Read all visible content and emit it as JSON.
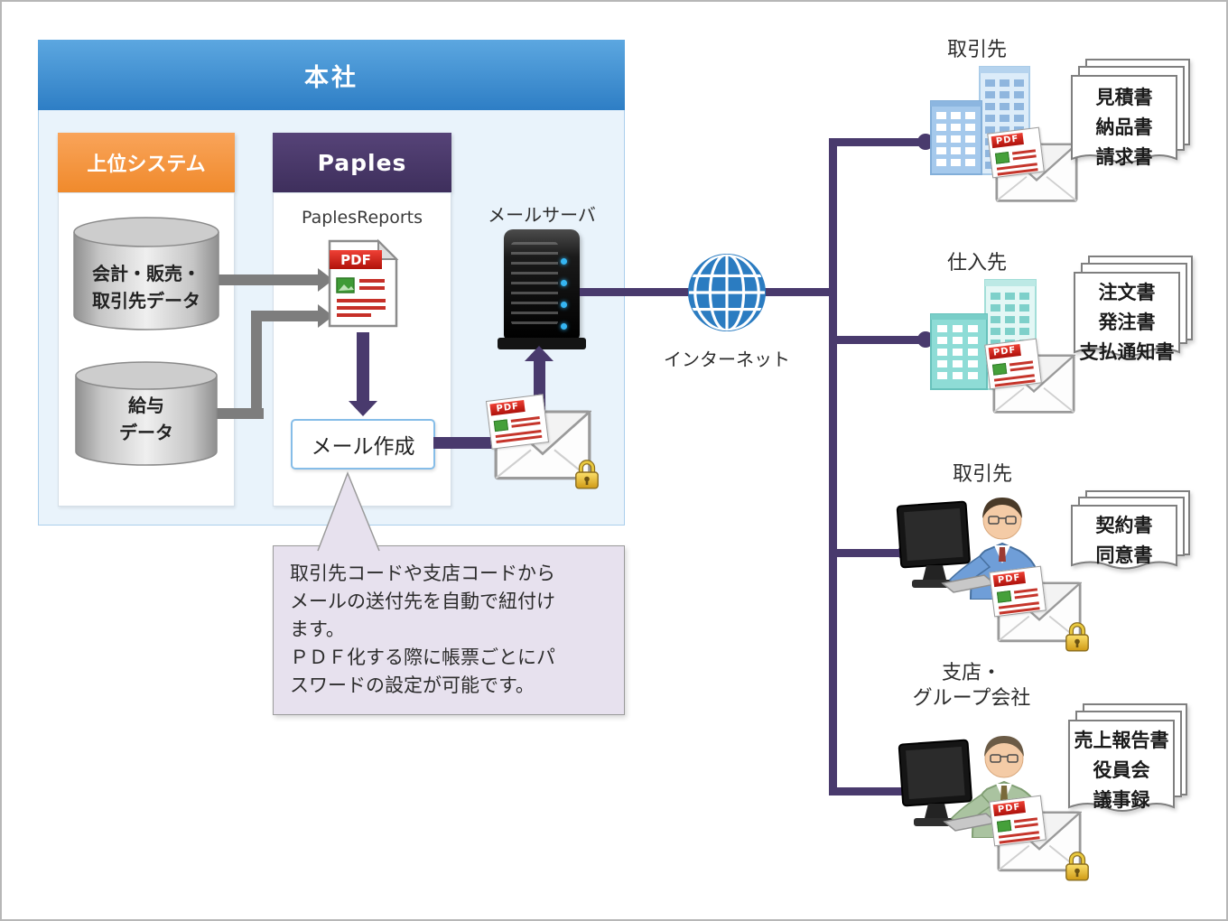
{
  "pdf_label": "PDF",
  "head_office": {
    "title": "本社"
  },
  "upper_system": {
    "title": "上位システム",
    "databases": [
      {
        "label_lines": [
          "会計・販売・",
          "取引先データ"
        ]
      },
      {
        "label_lines": [
          "給与",
          "データ"
        ]
      }
    ]
  },
  "paples": {
    "title": "Paples",
    "reports_label": "PaplesReports",
    "mail_create_label": "メール作成"
  },
  "mail_server": {
    "label": "メールサーバ"
  },
  "internet": {
    "label": "インターネット"
  },
  "callout": {
    "lines": [
      "取引先コードや支店コードから",
      "メールの送付先を自動で紐付け",
      "ます。",
      "ＰＤＦ化する際に帳票ごとにパ",
      "スワードの設定が可能です。"
    ]
  },
  "recipients": [
    {
      "label_lines": [
        "取引先"
      ],
      "icon": "office-buildings-blue",
      "documents": [
        "見積書",
        "納品書",
        "請求書"
      ],
      "password_locked": false
    },
    {
      "label_lines": [
        "仕入先"
      ],
      "icon": "office-buildings-teal",
      "documents": [
        "注文書",
        "発注書",
        "支払通知書"
      ],
      "password_locked": false
    },
    {
      "label_lines": [
        "取引先"
      ],
      "icon": "person-at-computer",
      "documents": [
        "契約書",
        "同意書"
      ],
      "password_locked": true
    },
    {
      "label_lines": [
        "支店・",
        "グループ会社"
      ],
      "icon": "person-at-computer",
      "documents": [
        "売上報告書",
        "役員会",
        "議事録"
      ],
      "password_locked": true
    }
  ],
  "colors": {
    "header_blue": "#3e8ed6",
    "panel_blue": "#e9f3fb",
    "orange": "#f79447",
    "paples_purple": "#483766",
    "connector_purple": "#493a6d",
    "pdf_red": "#c8171d",
    "lock_gold": "#e2b13c",
    "globe_blue": "#2b7cc1",
    "building_blue": "#a5c9ec",
    "building_teal": "#8edcd6",
    "callout_bg": "#e7e1ee"
  }
}
